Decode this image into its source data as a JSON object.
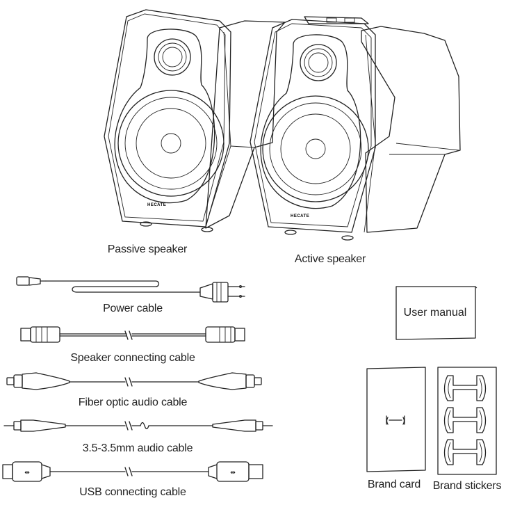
{
  "items": {
    "passive_speaker": "Passive speaker",
    "active_speaker": "Active speaker",
    "power_cable": "Power cable",
    "speaker_connecting_cable": "Speaker connecting cable",
    "fiber_optic_cable": "Fiber optic audio cable",
    "aux_cable": "3.5-3.5mm audio cable",
    "usb_cable": "USB connecting cable",
    "user_manual": "User manual",
    "brand_card": "Brand card",
    "brand_stickers": "Brand stickers"
  },
  "speaker_logo": "HECATE"
}
